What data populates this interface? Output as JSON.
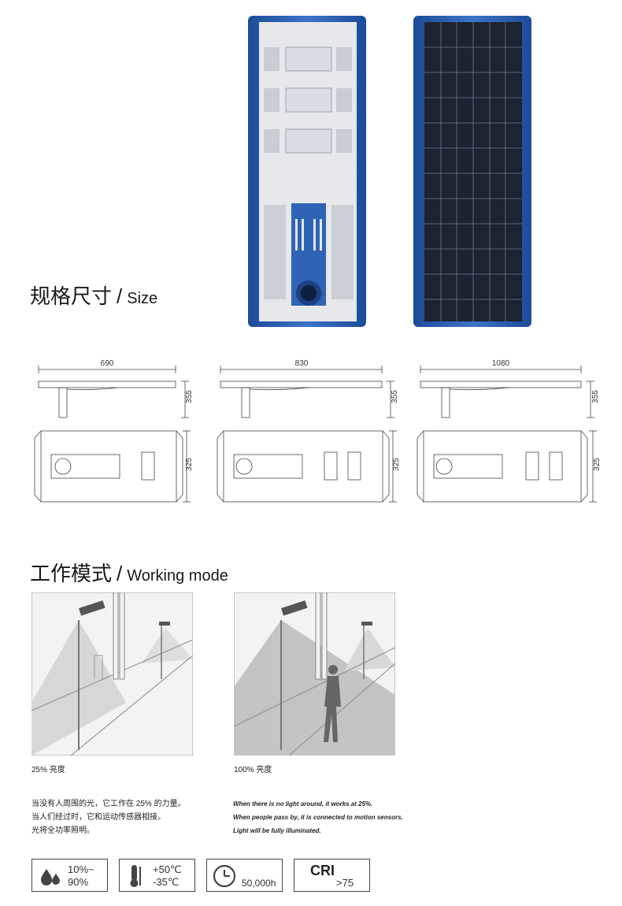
{
  "size_section": {
    "title_cn": "规格尺寸",
    "separator": "/",
    "title_en": "Size"
  },
  "dimensions": [
    {
      "width": "690",
      "height": "355",
      "depth": "325"
    },
    {
      "width": "830",
      "height": "355",
      "depth": "325"
    },
    {
      "width": "1080",
      "height": "355",
      "depth": "325"
    }
  ],
  "mode_section": {
    "title_cn": "工作模式",
    "separator": "/",
    "title_en": "Working mode"
  },
  "scenes": [
    {
      "caption": "25% 亮度"
    },
    {
      "caption": "100% 亮度"
    }
  ],
  "description_cn": [
    "当没有人周围的光，它工作在 25% 的力量。",
    "当人们经过时，它和运动传感器相接。",
    "光将全功率照明。"
  ],
  "description_en": [
    "When there is no light around, it works at 25%.",
    "When people pass by, it is connected to motion sensors.",
    "Light will be fully illuminated."
  ],
  "specs": {
    "humidity": {
      "line1": "10%~",
      "line2": "90%",
      "icon": "water-drops-icon"
    },
    "temperature": {
      "line1": "+50℃",
      "line2": "-35℃",
      "icon": "thermometer-icon"
    },
    "lifespan": {
      "value": "50,000h",
      "icon": "clock-icon"
    },
    "cri": {
      "label": "CRI",
      "value": ">75"
    }
  },
  "colors": {
    "housing_blue": "#2f63b5",
    "panel_dark": "#1d2330",
    "gray_light": "#c9c9c9"
  }
}
